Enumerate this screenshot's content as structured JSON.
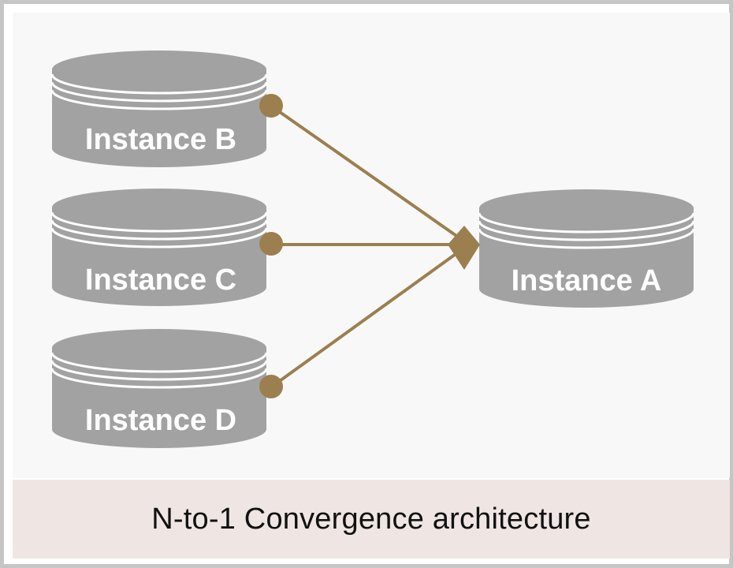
{
  "diagram": {
    "nodes": [
      {
        "id": "B",
        "label": "Instance B",
        "role": "source"
      },
      {
        "id": "C",
        "label": "Instance C",
        "role": "source"
      },
      {
        "id": "D",
        "label": "Instance D",
        "role": "source"
      },
      {
        "id": "A",
        "label": "Instance A",
        "role": "target"
      }
    ],
    "edges": [
      {
        "from": "B",
        "to": "A"
      },
      {
        "from": "C",
        "to": "A"
      },
      {
        "from": "D",
        "to": "A"
      }
    ],
    "colors": {
      "database": "#a2a2a2",
      "database_rim": "#ffffff",
      "connector": "#9b7f4e",
      "panel_background": "#f9f8f8",
      "caption_background": "#efe6e3",
      "frame_border": "#c5c5c5"
    }
  },
  "caption": {
    "text": "N-to-1 Convergence architecture"
  }
}
